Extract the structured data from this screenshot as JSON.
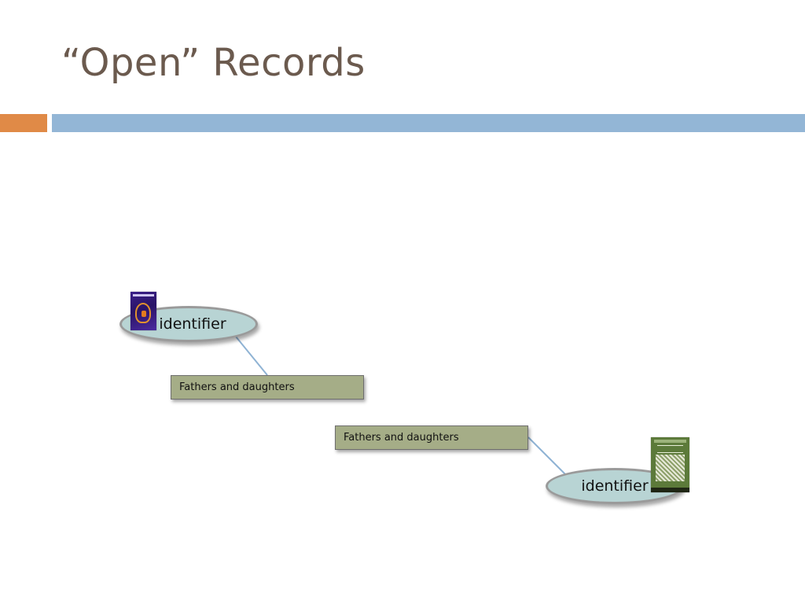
{
  "slide": {
    "title": "“Open” Records"
  },
  "diagram": {
    "nodes": [
      {
        "id": "identifier-1",
        "label": "identifier"
      },
      {
        "id": "subject-box-1",
        "label": "Fathers and daughters"
      },
      {
        "id": "subject-box-2",
        "label": "Fathers and daughters"
      },
      {
        "id": "identifier-2",
        "label": "identifier"
      }
    ],
    "connectors": [
      {
        "from": "identifier-1",
        "to": "subject-box-1"
      },
      {
        "from": "subject-box-2",
        "to": "identifier-2"
      }
    ]
  },
  "colors": {
    "title": "#6b5a4e",
    "accent_bar": "#e08a47",
    "main_bar": "#93b6d6",
    "ellipse_fill": "#b8d4d4",
    "ellipse_border": "#9a9a9a",
    "box_fill": "#a5ad87",
    "connector": "#8fb3d4"
  }
}
